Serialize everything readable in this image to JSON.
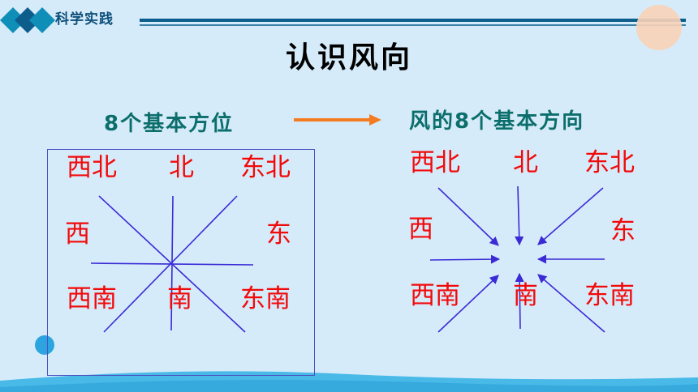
{
  "header": {
    "section_label": "科学实践"
  },
  "title": "认识风向",
  "left_panel": {
    "subtitle": "8个基本方位",
    "labels": {
      "nw": "西北",
      "n": "北",
      "ne": "东北",
      "w": "西",
      "e": "东",
      "sw": "西南",
      "s": "南",
      "se": "东南"
    }
  },
  "right_panel": {
    "subtitle": "风的8个基本方向",
    "labels": {
      "nw": "西北",
      "n": "北",
      "ne": "东北",
      "w": "西",
      "e": "东",
      "sw": "西南",
      "s": "南",
      "se": "东南"
    }
  },
  "colors": {
    "background": "#d6ebfa",
    "label_red": "#f20a0a",
    "line_blue": "#3a2bd6",
    "subtitle_teal": "#0b6e6b",
    "header_blue": "#0d4f7a",
    "arrow_orange": "#f47b20"
  }
}
